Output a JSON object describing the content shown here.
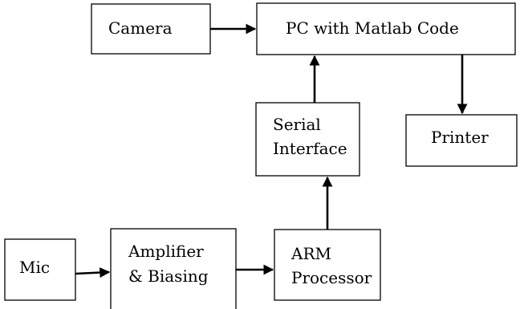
{
  "blocks": {
    "camera": "Camera",
    "pc": "PC with Matlab Code",
    "printer": "Printer",
    "serial_line1": "Serial",
    "serial_line2": "Interface",
    "mic": "Mic",
    "amplifier_line1": "Amplifier",
    "amplifier_line2": "& Biasing",
    "arm_line1": "ARM",
    "arm_line2": "Processor"
  },
  "colors": {
    "stroke": "#000000",
    "background": "#ffffff"
  }
}
